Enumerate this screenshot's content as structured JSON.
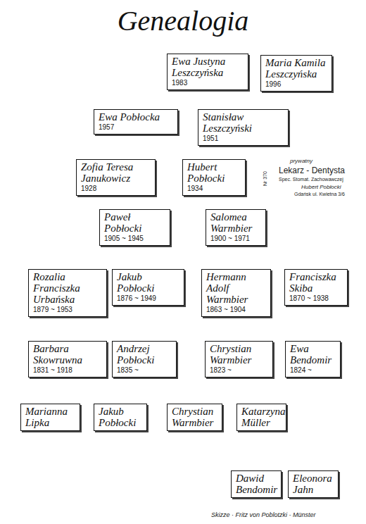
{
  "diagram": {
    "title": "Genealogia",
    "nodes": [
      {
        "text": [
          "Ewa Justyna Leszczyńska",
          "1983"
        ]
      },
      {
        "text": [
          "Maria Kamila Leszczyńska",
          "1996"
        ]
      },
      {
        "text": [
          "Ewa Pobłocka",
          "1957"
        ]
      },
      {
        "text": [
          "Stanisław Leszczyński",
          "1951"
        ]
      },
      {
        "text": [
          "Zofia Teresa Janukowicz",
          "1928"
        ]
      },
      {
        "text": [
          "Hubert Pobłocki",
          "1934"
        ]
      },
      {
        "text": [
          "Paweł Pobłocki",
          "1905 ~ 1945"
        ]
      },
      {
        "text": [
          "Salomea Warmbier",
          "1900 ~ 1971"
        ]
      },
      {
        "text": [
          "Rozalia Franciszka Urbańska",
          "1879 ~ 1953"
        ]
      },
      {
        "text": [
          "Jakub Pobłocki",
          "1876 ~ 1949"
        ]
      },
      {
        "text": [
          "Hermann Adolf Warmbier",
          "1863 ~ 1904"
        ]
      },
      {
        "text": [
          "Franciszka Skiba",
          "1870 ~ 1938"
        ]
      },
      {
        "text": [
          "Barbara Skowruwna",
          "1831 ~ 1918"
        ]
      },
      {
        "text": [
          "Andrzej Pobłocki",
          "1835 ~"
        ]
      },
      {
        "text": [
          "Chrystian Warmbier",
          "1823 ~"
        ]
      },
      {
        "text": [
          "Ewa Bendomir",
          "1824 ~"
        ]
      },
      {
        "text": [
          "Marianna Lipka"
        ]
      },
      {
        "text": [
          "Jakub Pobłocki"
        ]
      },
      {
        "text": [
          "Chrystian Warmbier"
        ]
      },
      {
        "text": [
          "Katarzyna Müller"
        ]
      },
      {
        "text": [
          "Dawid Bendomir"
        ]
      },
      {
        "text": [
          "Eleonora Jahn"
        ]
      }
    ],
    "edges": [
      {
        "from": 2,
        "to": 0,
        "arrow": "none"
      },
      {
        "from": 3,
        "to": 0,
        "arrow": "none"
      },
      {
        "from": 2,
        "to": 1,
        "arrow": "none"
      },
      {
        "from": 3,
        "to": 1,
        "arrow": "none"
      },
      {
        "from": 4,
        "to": 2,
        "arrow": "none"
      },
      {
        "from": 5,
        "to": 2,
        "arrow": "none"
      },
      {
        "from": 6,
        "to": 5,
        "arrow": "none"
      },
      {
        "from": 7,
        "to": 5,
        "arrow": "none"
      },
      {
        "from": 8,
        "to": 6,
        "arrow": "none"
      },
      {
        "from": 9,
        "to": 6,
        "arrow": "none"
      },
      {
        "from": 10,
        "to": 7,
        "arrow": "none"
      },
      {
        "from": 11,
        "to": 7,
        "arrow": "none"
      },
      {
        "from": 12,
        "to": 9,
        "arrow": "none"
      },
      {
        "from": 13,
        "to": 9,
        "arrow": "none"
      },
      {
        "from": 14,
        "to": 10,
        "arrow": "none"
      },
      {
        "from": 15,
        "to": 10,
        "arrow": "none"
      },
      {
        "from": 16,
        "to": 13,
        "arrow": "none"
      },
      {
        "from": 17,
        "to": 13,
        "arrow": "none"
      },
      {
        "from": 18,
        "to": 14,
        "arrow": "none"
      },
      {
        "from": 19,
        "to": 14,
        "arrow": "none"
      },
      {
        "from": 20,
        "to": 15,
        "arrow": "none"
      },
      {
        "from": 21,
        "to": 15,
        "arrow": "none"
      }
    ],
    "labels": [
      "prywatny",
      "Lekarz - Dentysta",
      "Spec. Stomat. Zachowawczej",
      "Hubert Pobłocki",
      "Gdańsk ul. Kwietna 3/6",
      "Nr 370",
      "Skizze · Fritz von Poblotzki - Münster"
    ]
  }
}
